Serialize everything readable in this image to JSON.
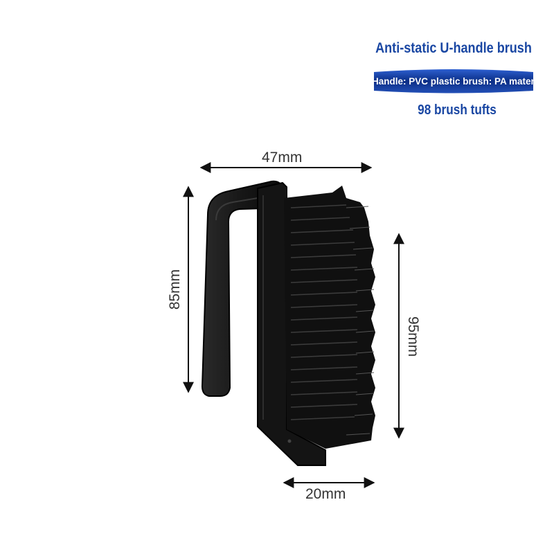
{
  "header": {
    "title": "Anti-static U-handle brush",
    "material": "Handle: PVC plastic brush: PA material",
    "tufts": "98 brush tufts"
  },
  "dimensions": {
    "width": "47mm",
    "handle_height": "85mm",
    "brush_length": "95mm",
    "depth": "20mm"
  },
  "colors": {
    "text_accent": "#1a47a3",
    "banner_dark": "#0b2e86",
    "banner_light": "#2d5fd0",
    "product": "#111111"
  }
}
